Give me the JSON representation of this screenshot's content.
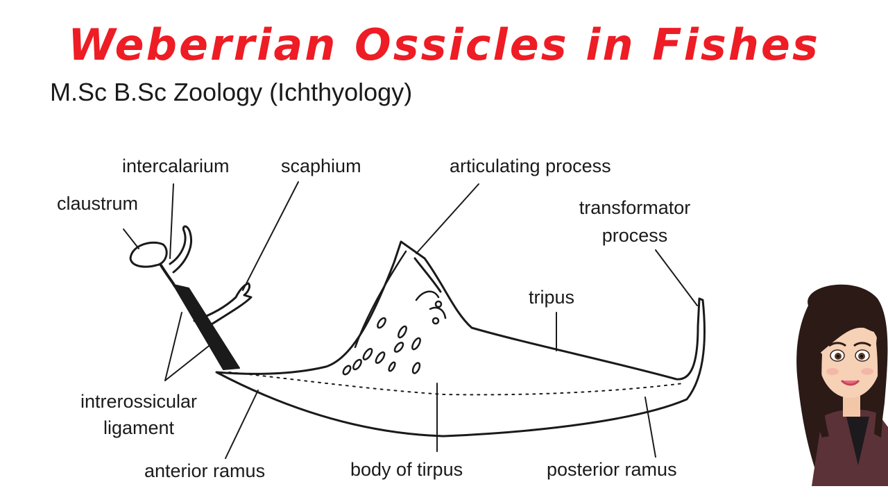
{
  "title": "Weberrian Ossicles in Fishes",
  "subtitle": "M.Sc B.Sc Zoology (Ichthyology)",
  "labels": {
    "intercalarium": "intercalarium",
    "scaphium": "scaphium",
    "articulating_process": "articulating process",
    "claustrum": "claustrum",
    "transformator_1": "transformator",
    "transformator_2": "process",
    "tripus": "tripus",
    "interossicular_1": "intrerossicular",
    "interossicular_2": "ligament",
    "anterior_ramus": "anterior ramus",
    "body_of_tripus": "body of tirpus",
    "posterior_ramus": "posterior ramus"
  },
  "colors": {
    "title": "#ee1c24",
    "ink": "#1a1a1a",
    "background": "#ffffff"
  },
  "avatar": {
    "icon": "female-avatar-cartoon"
  }
}
